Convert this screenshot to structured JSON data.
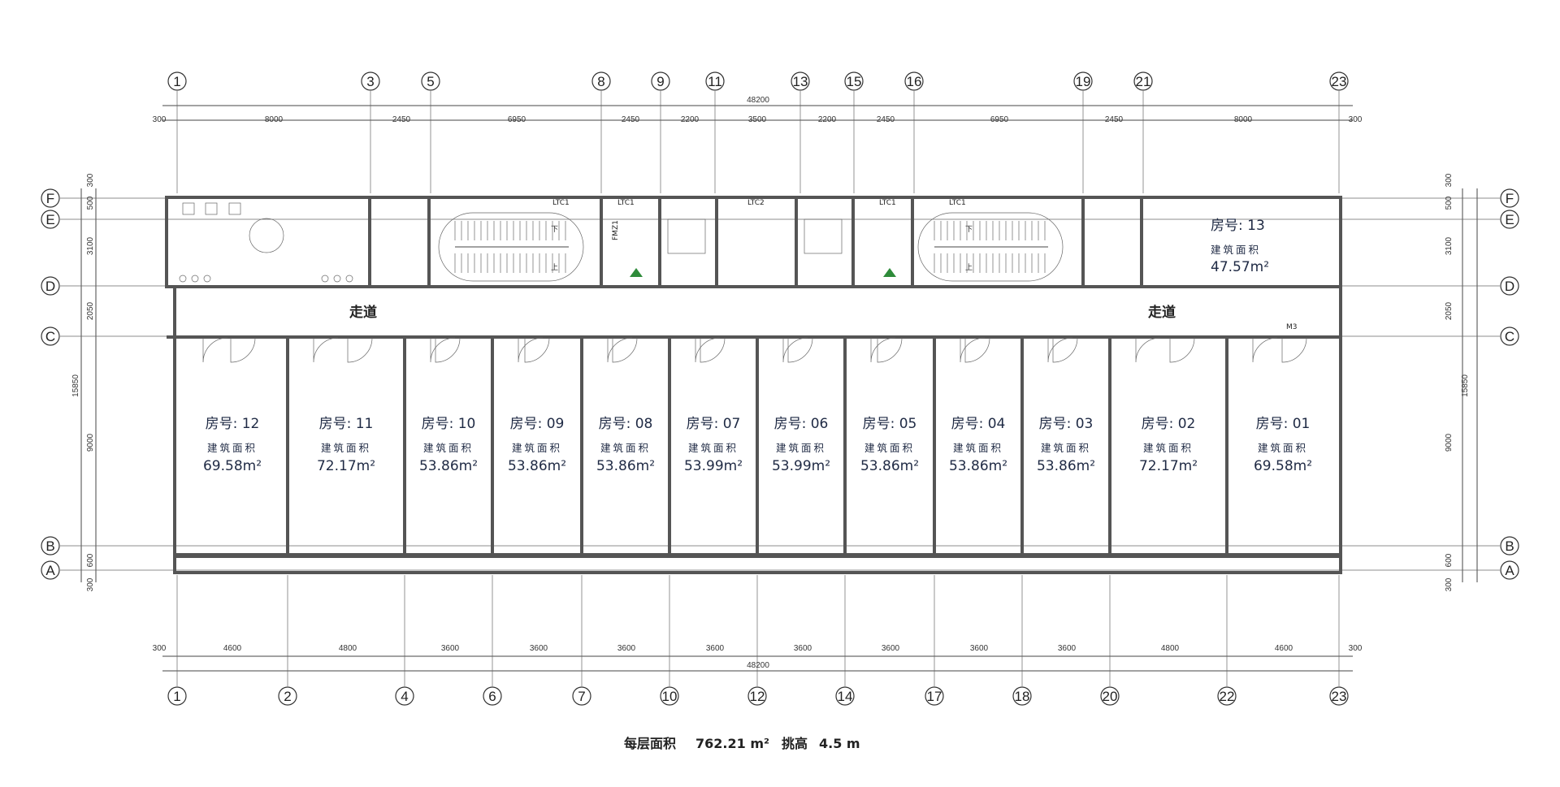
{
  "plan": {
    "top_total": "48200",
    "bottom_total": "48200",
    "top_dims": [
      "300",
      "8000",
      "2450",
      "6950",
      "2450",
      "2200",
      "3500",
      "2200",
      "2450",
      "6950",
      "2450",
      "8000",
      "300"
    ],
    "bottom_dims": [
      "300",
      "4600",
      "4800",
      "3600",
      "3600",
      "3600",
      "3600",
      "3600",
      "3600",
      "3600",
      "3600",
      "4800",
      "4600",
      "300"
    ],
    "top_axes": [
      "1",
      "3",
      "5",
      "8",
      "9",
      "11",
      "13",
      "15",
      "16",
      "19",
      "21",
      "23"
    ],
    "bottom_axes": [
      "1",
      "2",
      "4",
      "6",
      "7",
      "10",
      "12",
      "14",
      "17",
      "18",
      "20",
      "22",
      "23"
    ],
    "row_axes": [
      "F",
      "E",
      "D",
      "C",
      "B",
      "A"
    ],
    "left_dims": [
      "300",
      "500",
      "3100",
      "2050",
      "9000",
      "600",
      "300"
    ],
    "side_total": "15850",
    "rooms": [
      {
        "no": "房号: 12",
        "caption": "建筑面积",
        "area": "69.58m²"
      },
      {
        "no": "房号: 11",
        "caption": "建筑面积",
        "area": "72.17m²"
      },
      {
        "no": "房号: 10",
        "caption": "建筑面积",
        "area": "53.86m²"
      },
      {
        "no": "房号: 09",
        "caption": "建筑面积",
        "area": "53.86m²"
      },
      {
        "no": "房号: 08",
        "caption": "建筑面积",
        "area": "53.86m²"
      },
      {
        "no": "房号: 07",
        "caption": "建筑面积",
        "area": "53.99m²"
      },
      {
        "no": "房号: 06",
        "caption": "建筑面积",
        "area": "53.99m²"
      },
      {
        "no": "房号: 05",
        "caption": "建筑面积",
        "area": "53.86m²"
      },
      {
        "no": "房号: 04",
        "caption": "建筑面积",
        "area": "53.86m²"
      },
      {
        "no": "房号: 03",
        "caption": "建筑面积",
        "area": "53.86m²"
      },
      {
        "no": "房号: 02",
        "caption": "建筑面积",
        "area": "72.17m²"
      },
      {
        "no": "房号: 01",
        "caption": "建筑面积",
        "area": "69.58m²"
      }
    ],
    "room13": {
      "no": "房号: 13",
      "caption": "建筑面积",
      "area": "47.57m²"
    },
    "corridor_left": "走道",
    "corridor_right": "走道",
    "door_tag": "M3",
    "stair_labels": [
      "下",
      "上",
      "下",
      "上"
    ],
    "window_tags": [
      "LTC1",
      "LTC1",
      "LTC2",
      "LTC1",
      "LTC1",
      "FMZ1"
    ]
  },
  "footer": {
    "area_label": "每层面积",
    "area_value": "762.21 m²",
    "height_label": "挑高",
    "height_value": "4.5 m"
  }
}
